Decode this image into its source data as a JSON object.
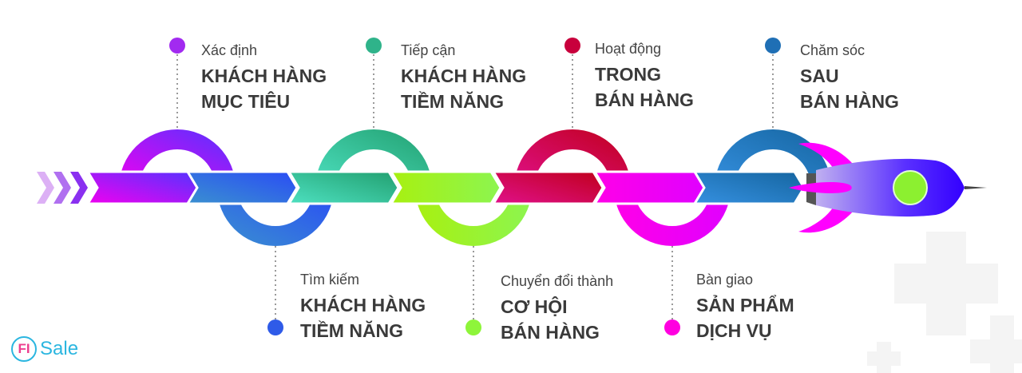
{
  "steps_top": [
    {
      "intro": "Xác định",
      "line1": "KHÁCH HÀNG",
      "line2": "MỤC TIÊU",
      "color": "#a020f0"
    },
    {
      "intro": "Tiếp cận",
      "line1": "KHÁCH HÀNG",
      "line2": "TIỀM NĂNG",
      "color": "#2fb38a"
    },
    {
      "intro": "Hoạt động",
      "line1": "TRONG",
      "line2": "BÁN HÀNG",
      "color": "#c8003c"
    },
    {
      "intro": "Chăm sóc",
      "line1": "SAU",
      "line2": "BÁN HÀNG",
      "color": "#1f78c1"
    }
  ],
  "steps_bottom": [
    {
      "intro": "Tìm kiếm",
      "line1": "KHÁCH HÀNG",
      "line2": "TIỀM NĂNG",
      "color": "#2f5be8"
    },
    {
      "intro": "Chuyển đổi thành",
      "line1": "CƠ HỘI",
      "line2": "BÁN HÀNG",
      "color": "#8ef53a"
    },
    {
      "intro": "Bàn giao",
      "line1": "SẢN PHẨM",
      "line2": "DỊCH VỤ",
      "color": "#ff00e0"
    }
  ],
  "logo": {
    "mark": "FI",
    "name": "Sale"
  }
}
